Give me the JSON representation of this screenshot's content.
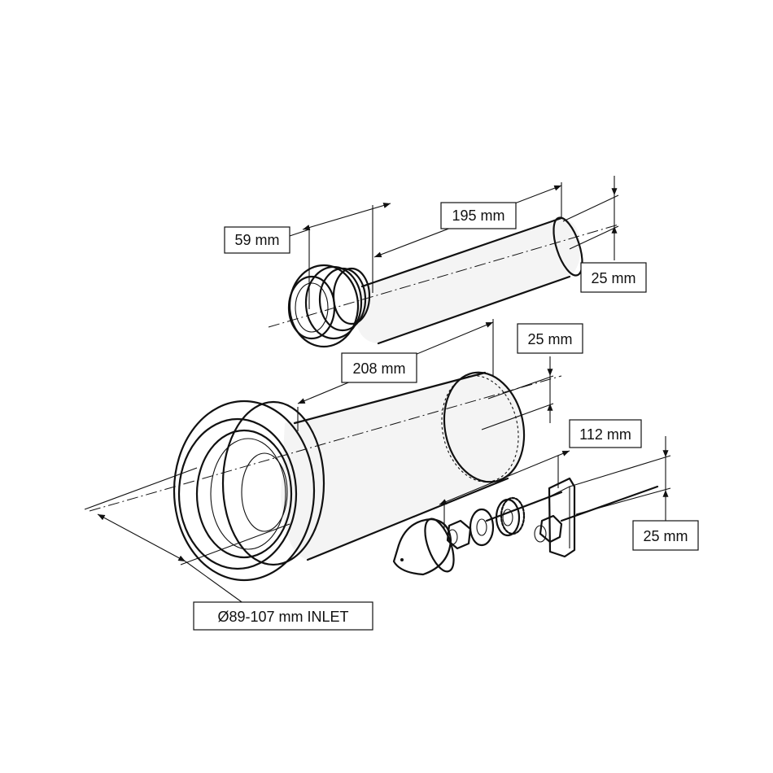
{
  "dimensions": {
    "dim_59": "59 mm",
    "dim_195": "195 mm",
    "dim_25_top": "25 mm",
    "dim_208": "208 mm",
    "dim_25_mid": "25 mm",
    "dim_112": "112 mm",
    "dim_25_bottom": "25 mm",
    "inlet": "Ø89-107 mm INLET"
  },
  "colors": {
    "line": "#111111",
    "background": "#ffffff",
    "fill": "#f4f4f4"
  }
}
